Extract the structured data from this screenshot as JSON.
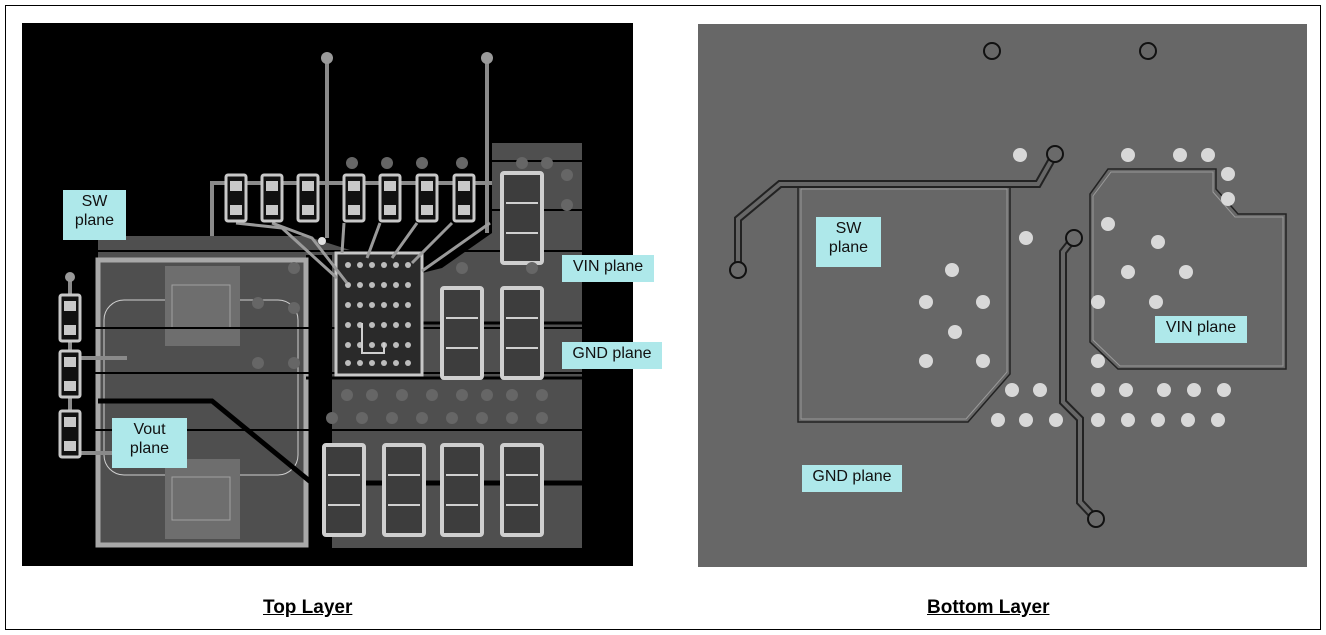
{
  "top_layer": {
    "caption": "Top Layer",
    "labels": {
      "sw": "SW\nplane",
      "vin": "VIN plane",
      "gnd": "GND plane",
      "vout": "Vout\nplane"
    }
  },
  "bottom_layer": {
    "caption": "Bottom Layer",
    "labels": {
      "sw": "SW\nplane",
      "vin": "VIN plane",
      "gnd": "GND plane"
    }
  },
  "colors": {
    "top_background": "#000000",
    "top_copper": "#505050",
    "top_trace": "#9a9a9a",
    "bottom_copper": "#676767",
    "label_fill": "#aee8ea"
  }
}
